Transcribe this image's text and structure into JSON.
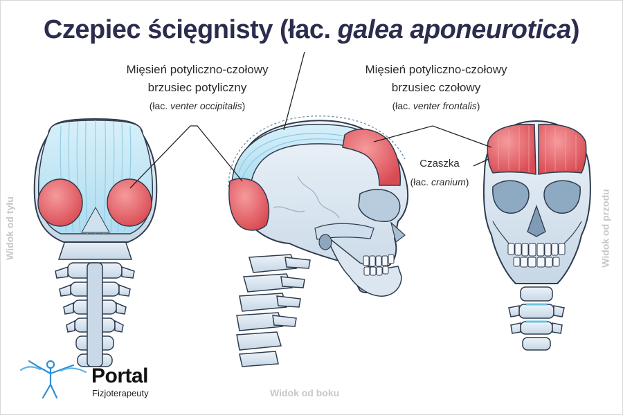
{
  "title": {
    "main": "Czepiec ścięgnisty (łac. ",
    "latin": "galea aponeurotica",
    "close": ")"
  },
  "labels": {
    "occipital": {
      "line1": "Mięsień potyliczno-czołowy",
      "line2": "brzusiec potyliczny",
      "latin_prefix": "(łac. ",
      "latin": "venter occipitalis",
      "latin_suffix": ")"
    },
    "frontal": {
      "line1": "Mięsień potyliczno-czołowy",
      "line2": "brzusiec czołowy",
      "latin_prefix": "(łac. ",
      "latin": "venter frontalis",
      "latin_suffix": ")"
    },
    "cranium": {
      "line1": "Czaszka",
      "latin_prefix": "(łac. ",
      "latin": "cranium",
      "latin_suffix": ")"
    }
  },
  "views": {
    "back": "Widok od tyłu",
    "side": "Widok od boku",
    "front": "Widok od przodu"
  },
  "logo": {
    "name": "Portal",
    "subtitle": "Fizjoterapeuty"
  },
  "colors": {
    "title": "#2c2c4e",
    "bone": "#dfe9f3",
    "bone_shadow": "#b9ccdd",
    "outline": "#2f3b4c",
    "galea": "#c8e9f6",
    "galea_stripe": "#9fd4ea",
    "muscle": "#e0595f",
    "muscle_light": "#f08b8e",
    "logo_blue": "#2a8fd6"
  }
}
